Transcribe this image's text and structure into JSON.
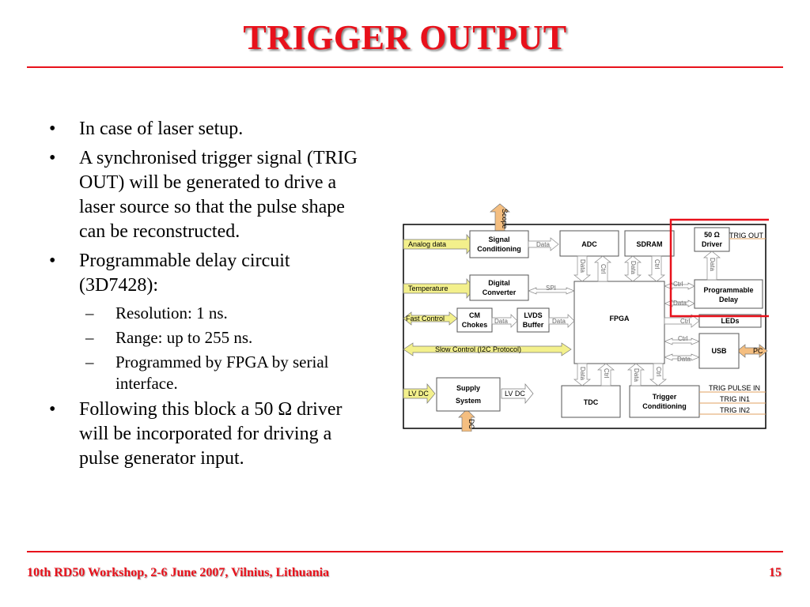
{
  "slide": {
    "title": "TRIGGER OUTPUT",
    "footer_left": "10th RD50 Workshop, 2-6 June 2007, Vilnius, Lithuania",
    "page_number": "15",
    "accent_color": "#e8111b"
  },
  "bullets": [
    {
      "text": "In case of  laser setup."
    },
    {
      "text": "A synchronised trigger signal (TRIG OUT) will be generated to drive a laser source so that the pulse shape can be reconstructed."
    },
    {
      "text": "Programmable delay circuit (3D7428):"
    },
    {
      "text": "Following this block a 50 Ω driver will be incorporated for driving a pulse generator input."
    }
  ],
  "sub_bullets": [
    {
      "text": "Resolution: 1 ns."
    },
    {
      "text": "Range: up to 255 ns."
    },
    {
      "text": "Programmed by FPGA by serial interface."
    }
  ],
  "diagram": {
    "blocks": {
      "signal_cond": [
        "Signal",
        "Conditioning"
      ],
      "adc": "ADC",
      "sdram": "SDRAM",
      "driver": [
        "50 Ω",
        "Driver"
      ],
      "digital_conv": [
        "Digital",
        "Converter"
      ],
      "prog_delay": [
        "Programmable",
        "Delay"
      ],
      "cm_chokes": [
        "CM",
        "Chokes"
      ],
      "lvds": [
        "LVDS",
        "Buffer"
      ],
      "fpga": "FPGA",
      "leds": "LEDs",
      "usb": "USB",
      "supply": [
        "Supply",
        "System"
      ],
      "tdc": "TDC",
      "trig_cond": [
        "Trigger",
        "Conditioning"
      ]
    },
    "inputs": {
      "analog": "Analog data",
      "temperature": "Temperature",
      "fast_control": "Fast Control",
      "slow_control": "Slow Control (I2C Protocol)",
      "lv_dc_in": "LV DC",
      "lv_dc_out": "LV DC",
      "scope": "Scope",
      "dc": "DC",
      "pc": "PC"
    },
    "wires": {
      "data": "Data",
      "ctrl": "Ctrl",
      "spi": "SPI",
      "trig_out": "TRIG OUT",
      "trig_pulse_in": "TRIG PULSE IN",
      "trig_in1": "TRIG IN1",
      "trig_in2": "TRIG IN2"
    },
    "colors": {
      "arrow_fill": "#f3f08c",
      "pc_fill": "#f4be80",
      "scope_fill": "#f4be80",
      "highlight": "#e8111b",
      "wire_arrow": "#ffffff",
      "trig_line": "#e0a060"
    }
  }
}
